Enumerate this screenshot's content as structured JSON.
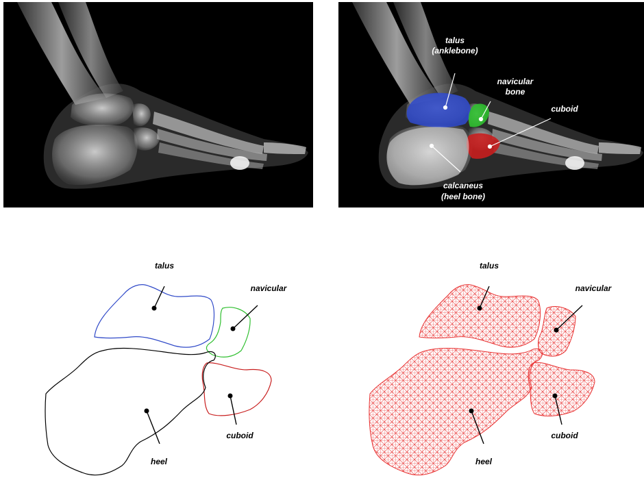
{
  "panels": {
    "xray_plain": {},
    "xray_annotated": {
      "labels": {
        "talus_1": "talus",
        "talus_2": "(anklebone)",
        "navicular_1": "navicular",
        "navicular_2": "bone",
        "cuboid": "cuboid",
        "calcaneus_1": "calcaneus",
        "calcaneus_2": "(heel bone)"
      }
    },
    "outline": {
      "labels": {
        "talus": "talus",
        "navicular": "navicular",
        "cuboid": "cuboid",
        "heel": "heel"
      }
    },
    "mesh": {
      "labels": {
        "talus": "talus",
        "navicular": "navicular",
        "cuboid": "cuboid",
        "heel": "heel"
      }
    }
  },
  "colors": {
    "talus": "#2f49c8",
    "navicular": "#2fbf2f",
    "cuboid": "#c81e1e",
    "heel": "#000000",
    "mesh": "#e83030",
    "xray_background": "#000000",
    "bone": "#d8d8d8"
  }
}
